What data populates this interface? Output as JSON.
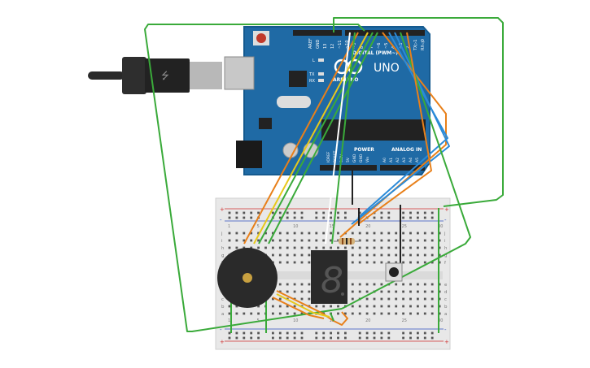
{
  "board": {
    "name": "UNO",
    "brand": "ARDUINO",
    "digital_label": "DIGITAL (PWM~)",
    "power_label": "POWER",
    "analog_label": "ANALOG IN",
    "aref": "AREF",
    "gnd": "GND",
    "pin13": "13",
    "pin12": "12",
    "pin11": "~11",
    "pin10": "~10",
    "pin9": "~9",
    "pin8": "8",
    "pin7": "7",
    "pin6": "~6",
    "pin5": "~5",
    "pin4": "4",
    "pin3": "~3",
    "pin2": "2",
    "pin1": "TX▷1",
    "pin0": "RX◁0",
    "led_l": "L",
    "led_tx": "TX",
    "led_rx": "RX",
    "ioref": "IOREF",
    "reset": "RESET",
    "v33": "3.3V",
    "v5": "5V",
    "gnd1": "GND",
    "gnd2": "GND",
    "vin": "Vin",
    "a0": "A0",
    "a1": "A1",
    "a2": "A2",
    "a3": "A3",
    "a4": "A4",
    "a5": "A5"
  },
  "breadboard": {
    "plus": "+",
    "minus": "-",
    "rows_left": [
      "j",
      "i",
      "h",
      "g",
      "f",
      "e",
      "d",
      "c",
      "b",
      "a"
    ],
    "rows_right": [
      "j",
      "i",
      "h",
      "g",
      "f",
      "e",
      "d",
      "c",
      "b",
      "a"
    ],
    "cols": [
      "1",
      "",
      "",
      "",
      "5",
      "",
      "",
      "",
      "",
      "10",
      "",
      "",
      "",
      "",
      "15",
      "",
      "",
      "",
      "",
      "20",
      "",
      "",
      "",
      "",
      "25",
      "",
      "",
      "",
      "",
      "30"
    ]
  },
  "display": {
    "digit": "8"
  },
  "colors": {
    "board": "#1f6aa5",
    "board_dark": "#155a8f",
    "breadboard": "#e8e8e8",
    "wire_green": "#3aaa3a",
    "wire_orange": "#e8801a",
    "wire_yellow": "#e8c81a",
    "wire_blue": "#2a8ad8",
    "wire_white": "#ffffff",
    "wire_black": "#222222",
    "rail_red": "#d03030",
    "rail_blue": "#3050c0"
  }
}
